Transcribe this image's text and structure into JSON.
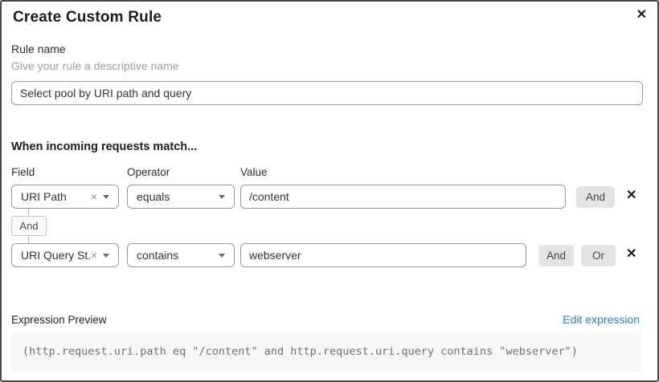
{
  "dialog": {
    "title": "Create Custom Rule"
  },
  "icons": {
    "close": "✕",
    "delete": "✕",
    "clear": "×"
  },
  "rule_name": {
    "label": "Rule name",
    "hint": "Give your rule a descriptive name",
    "value": "Select pool by URI path and query"
  },
  "match_section": {
    "heading": "When incoming requests match...",
    "columns": {
      "field": "Field",
      "operator": "Operator",
      "value": "Value"
    },
    "rows": [
      {
        "field": "URI Path",
        "operator": "equals",
        "value": "/content"
      },
      {
        "field": "URI Query St...",
        "operator": "contains",
        "value": "webserver"
      }
    ],
    "connector_label": "And",
    "and_label": "And",
    "or_label": "Or"
  },
  "expression": {
    "label": "Expression Preview",
    "edit_link": "Edit expression",
    "code": "(http.request.uri.path eq \"/content\" and http.request.uri.query contains \"webserver\")"
  },
  "colors": {
    "link_blue": "#2f7bbf",
    "logic_button_bg": "#e4e4e4",
    "code_bg": "#f7f7f7",
    "input_border": "#979797",
    "dialog_border": "#4a4a4a"
  }
}
